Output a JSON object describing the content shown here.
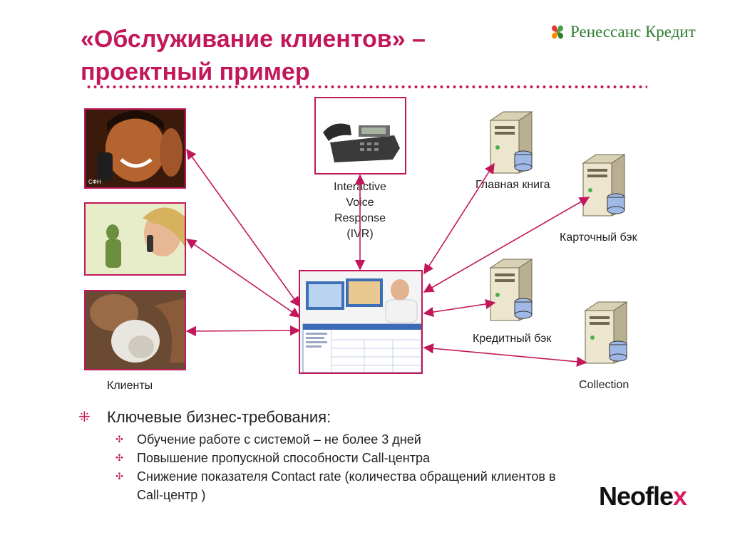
{
  "title": {
    "line1": "«Обслуживание клиентов» –",
    "line2": "проектный пример"
  },
  "logo_top": {
    "text": "Ренессанс Кредит",
    "color": "#2e7d32"
  },
  "diagram": {
    "ivr_label": [
      "Interactive",
      "Voice",
      "Response",
      "(IVR)"
    ],
    "clients_label": "Клиенты",
    "servers": [
      {
        "label": "Главная книга",
        "icon": "server-icon"
      },
      {
        "label": "Карточный бэк",
        "icon": "server-icon"
      },
      {
        "label": "Кредитный бэк",
        "icon": "server-icon"
      },
      {
        "label": "Collection",
        "icon": "server-icon"
      }
    ],
    "photo_caption": "СФН",
    "arrow_color": "#c2185b"
  },
  "requirements": {
    "heading": "Ключевые бизнес-требования:",
    "items": [
      "Обучение работе с системой – не более 3 дней",
      "Повышение пропускной способности Call-центра",
      "Снижение показателя Contact rate (количества обращений клиентов в Call-центр )"
    ]
  },
  "logo_bottom": {
    "text_main": "Neofle",
    "text_accent": "x"
  }
}
